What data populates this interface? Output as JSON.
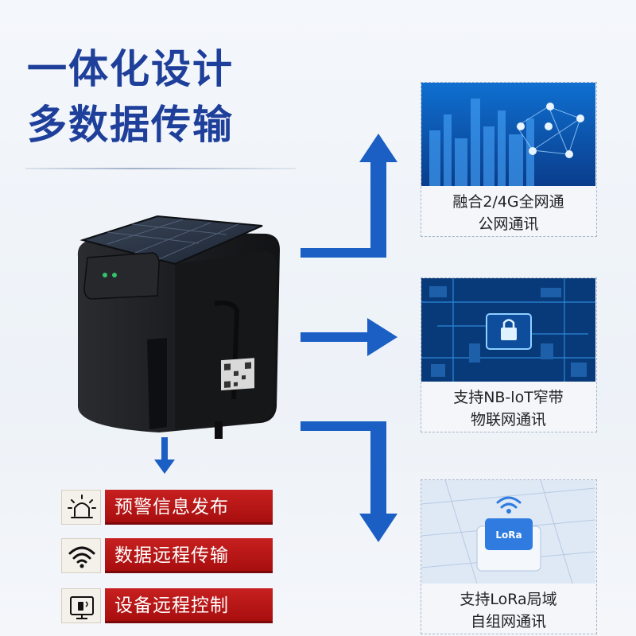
{
  "headline": {
    "line1": "一体化设计",
    "line2": "多数据传输"
  },
  "cards": [
    {
      "line1": "融合2/4G全网通",
      "line2": "公网通讯",
      "image": "city-network-pins"
    },
    {
      "line1": "支持NB-loT窄带",
      "line2": "物联网通讯",
      "image": "circuit-board-chip"
    },
    {
      "line1": "支持LoRa局域",
      "line2": "自组网通讯",
      "image": "lora-module",
      "badge": "LoRa"
    }
  ],
  "features": [
    {
      "label": "预警信息发布",
      "icon": "alarm-light-icon"
    },
    {
      "label": "数据远程传输",
      "icon": "wifi-icon"
    },
    {
      "label": "设备远程控制",
      "icon": "remote-control-icon"
    }
  ],
  "colors": {
    "headline": "#1e3f9a",
    "arrow": "#1b5fc4",
    "feature_bg": "#b81818"
  }
}
